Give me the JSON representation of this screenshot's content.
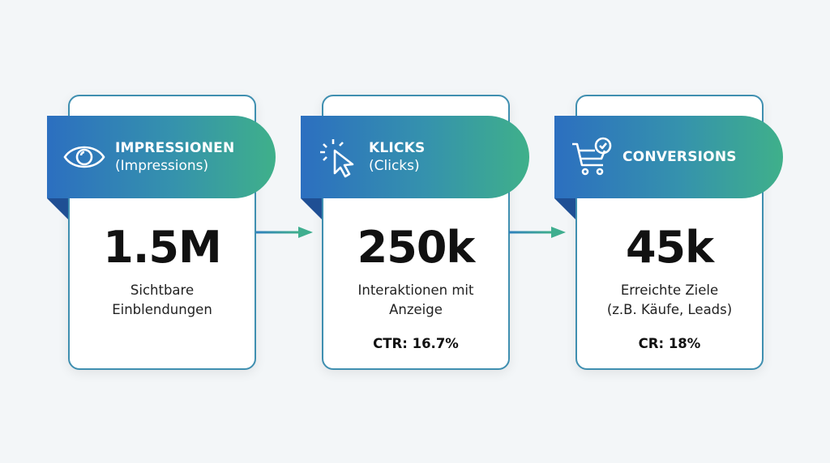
{
  "colors": {
    "gradient_start": "#2c6fc0",
    "gradient_end": "#3fb08a",
    "fold": "#1f4f94",
    "arrow": "#3aa0a0"
  },
  "stages": [
    {
      "icon": "eye-icon",
      "title": "IMPRESSIONEN",
      "subtitle": "(Impressions)",
      "value": "1.5M",
      "description": [
        "Sichtbare",
        "Einblendungen"
      ]
    },
    {
      "icon": "cursor-click-icon",
      "title": "KLICKS",
      "subtitle": "(Clicks)",
      "value": "250k",
      "description": [
        "Interaktionen mit",
        "Anzeige"
      ],
      "rate": "CTR: 16.7%"
    },
    {
      "icon": "cart-check-icon",
      "title": "CONVERSIONS",
      "value": "45k",
      "description": [
        "Erreichte Ziele",
        "(z.B. Käufe, Leads)"
      ],
      "rate": "CR: 18%"
    }
  ]
}
